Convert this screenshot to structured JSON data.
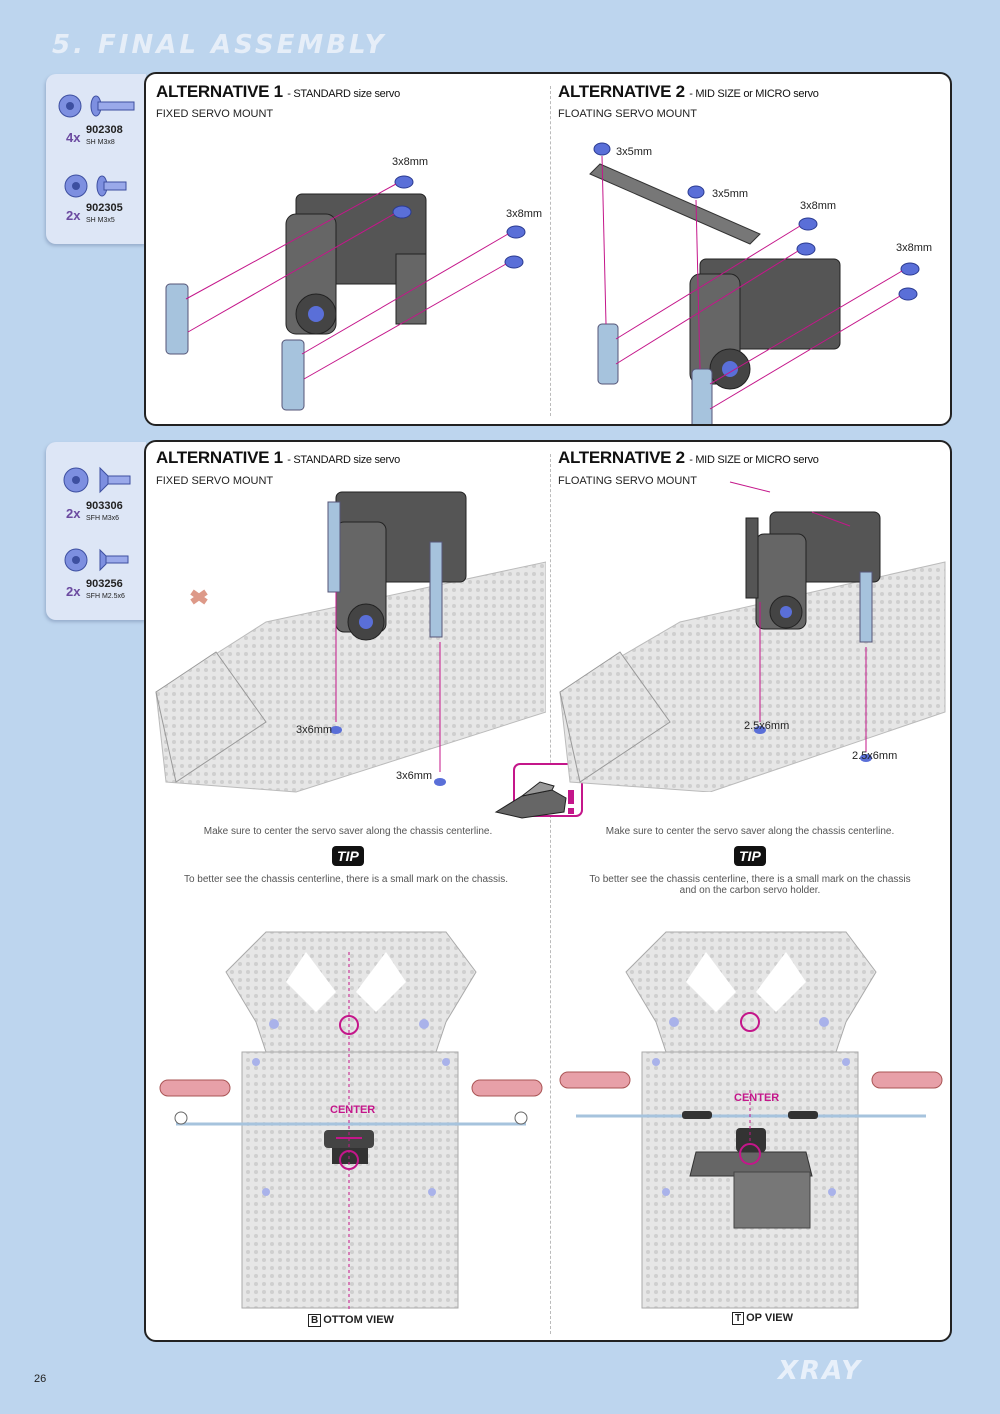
{
  "page": {
    "section_title": "5. FINAL ASSEMBLY",
    "page_number": "26",
    "logo": "XRAY"
  },
  "parts_top": [
    {
      "qty": "4x",
      "part_no": "902308",
      "desc": "SH M3x8"
    },
    {
      "qty": "2x",
      "part_no": "902305",
      "desc": "SH M3x5"
    }
  ],
  "parts_bottom": [
    {
      "qty": "2x",
      "part_no": "903306",
      "desc": "SFH M3x6"
    },
    {
      "qty": "2x",
      "part_no": "903256",
      "desc": "SFH M2.5x6"
    }
  ],
  "top_step": {
    "alt1": {
      "title": "ALTERNATIVE 1",
      "subtitle": "- STANDARD size servo",
      "mount": "FIXED SERVO MOUNT",
      "dims": [
        "3x8mm",
        "3x8mm"
      ]
    },
    "alt2": {
      "title": "ALTERNATIVE 2",
      "subtitle": "- MID SIZE or MICRO servo",
      "mount": "FLOATING SERVO MOUNT",
      "dims": [
        "3x5mm",
        "3x5mm",
        "3x8mm",
        "3x8mm"
      ]
    }
  },
  "bottom_step": {
    "alt1": {
      "title": "ALTERNATIVE 1",
      "subtitle": "- STANDARD size servo",
      "mount": "FIXED SERVO MOUNT",
      "dims": [
        "3x6mm",
        "3x6mm"
      ],
      "note": "Make sure to center the servo saver along the chassis centerline.",
      "tip_text": "To better see the chassis centerline, there is a small mark on the chassis.",
      "center": "CENTER",
      "view_first": "B",
      "view_rest": "OTTOM",
      "view_word": "VIEW"
    },
    "alt2": {
      "title": "ALTERNATIVE 2",
      "subtitle": "- MID SIZE or MICRO servo",
      "mount": "FLOATING SERVO MOUNT",
      "dims": [
        "2.5x6mm",
        "2.5x6mm"
      ],
      "note": "Make sure to center the servo saver along the chassis centerline.",
      "tip_text": "To better see the chassis centerline, there is a small mark on the chassis and on the carbon servo holder.",
      "center": "CENTER",
      "view_first": "T",
      "view_rest": "OP",
      "view_word": "VIEW"
    },
    "tip_badge": "TIP"
  },
  "colors": {
    "background": "#bdd5ee",
    "accent_magenta": "#c4168a",
    "screw_blue": "#5a6fd8"
  }
}
